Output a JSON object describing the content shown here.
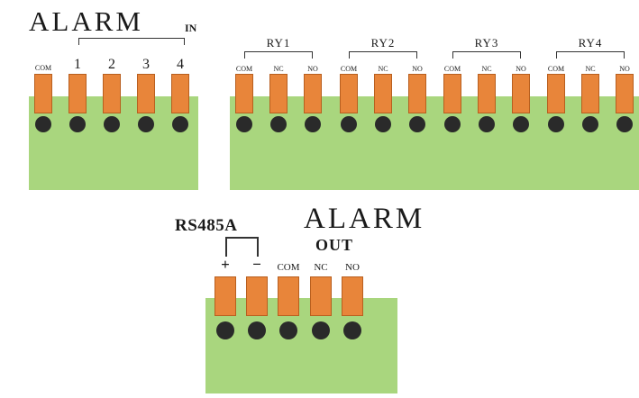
{
  "alarm_in": {
    "title": "ALARM",
    "suffix": "IN",
    "terminals": [
      "COM",
      "1",
      "2",
      "3",
      "4"
    ]
  },
  "relays": [
    {
      "name": "RY1",
      "terminals": [
        "COM",
        "NC",
        "NO"
      ]
    },
    {
      "name": "RY2",
      "terminals": [
        "COM",
        "NC",
        "NO"
      ]
    },
    {
      "name": "RY3",
      "terminals": [
        "COM",
        "NC",
        "NO"
      ]
    },
    {
      "name": "RY4",
      "terminals": [
        "COM",
        "NC",
        "NO"
      ]
    }
  ],
  "bottom": {
    "rs485_label": "RS485A",
    "title": "ALARM",
    "subtitle": "OUT",
    "terminals": [
      "+",
      "−",
      "COM",
      "NC",
      "NO"
    ]
  },
  "colors": {
    "block": "#a9d67e",
    "pin": "#e8853a",
    "hole": "#2a2a2a",
    "text": "#1a1a1a"
  }
}
